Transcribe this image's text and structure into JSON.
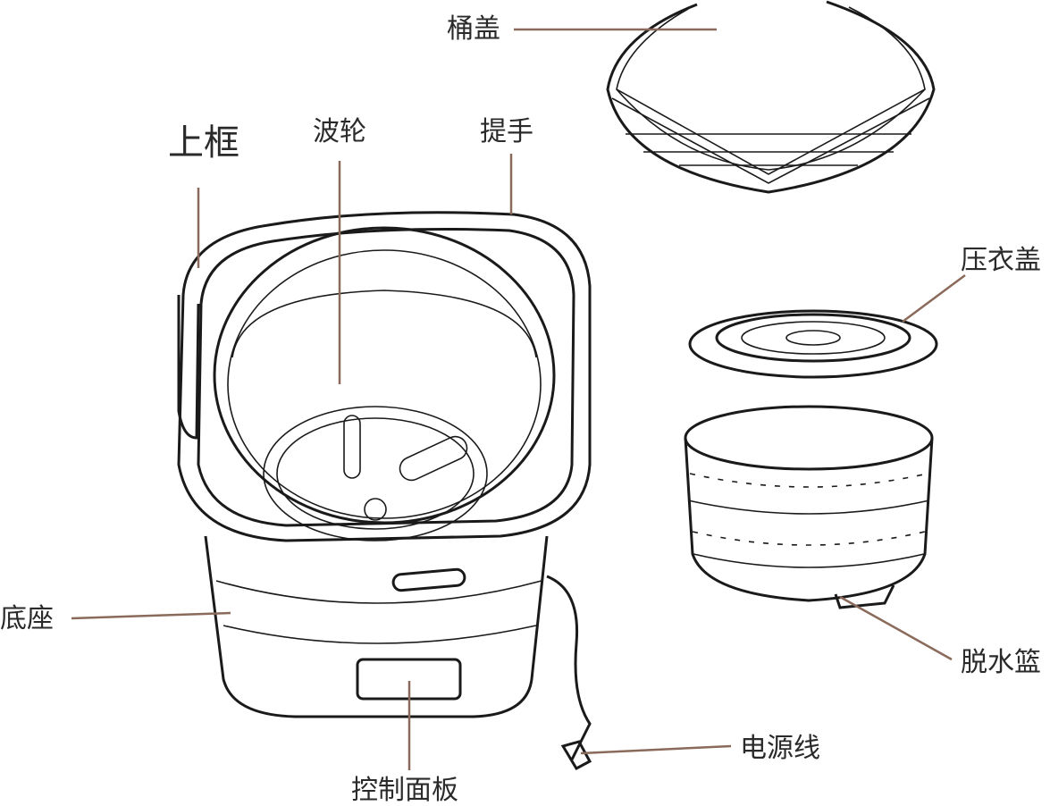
{
  "labels": {
    "lid": "桶盖",
    "top_frame": "上框",
    "impeller": "波轮",
    "handle": "提手",
    "press_cover": "压衣盖",
    "base": "底座",
    "spin_basket": "脱水篮",
    "power_cord": "电源线",
    "control_panel": "控制面板"
  },
  "colors": {
    "leader": "#8a6a5a",
    "line_art": "#1a1a1a"
  }
}
